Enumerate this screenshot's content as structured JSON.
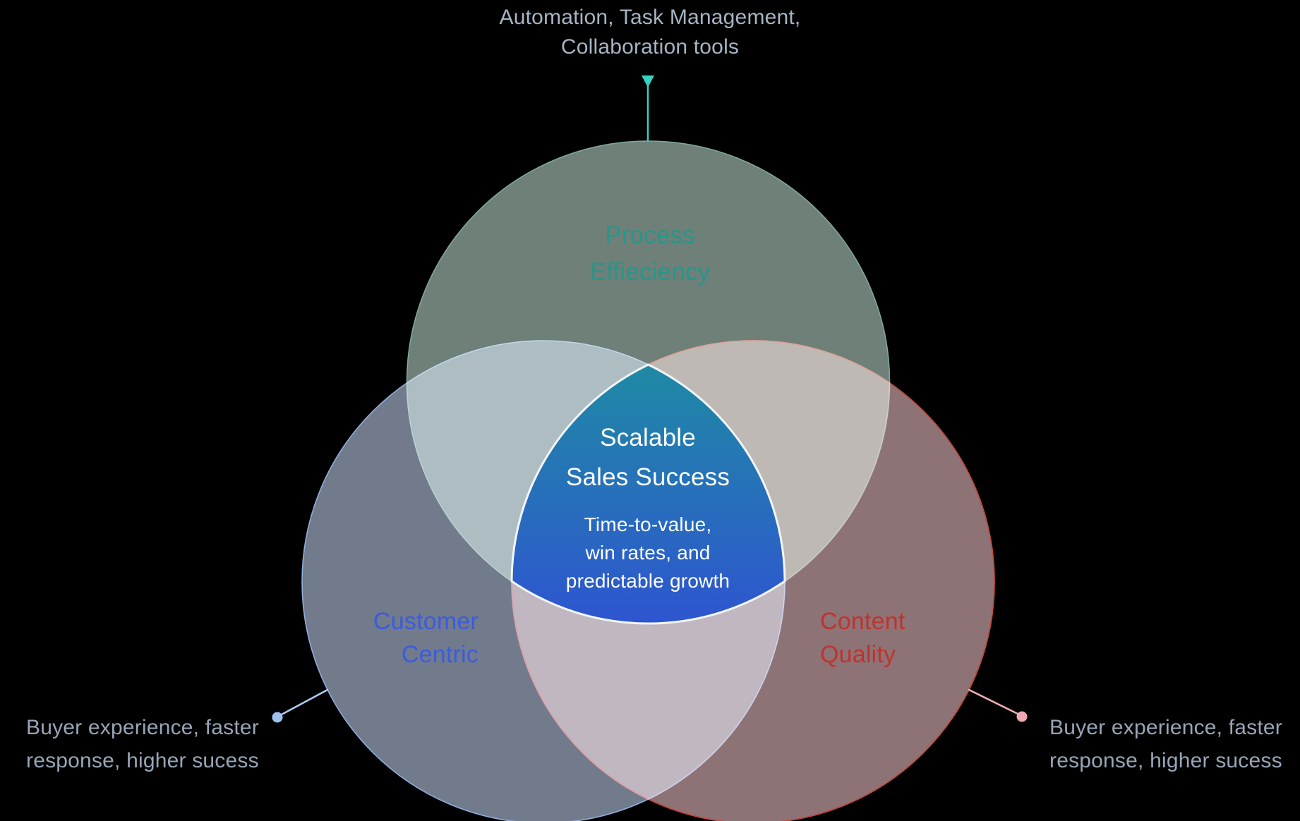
{
  "diagram_type": "venn-3",
  "background": "#000000",
  "annotations": {
    "top": {
      "lines": [
        "Automation, Task Management,",
        "Collaboration tools"
      ],
      "text_color": "#A6B4C4",
      "connector_color": "#35D2C2"
    },
    "bottom_left": {
      "lines": [
        "Buyer experience, faster",
        "response, higher sucess"
      ],
      "text_color": "#97A5B6",
      "connector_color": "#AFCDEF",
      "dot_color": "#9CC2EE"
    },
    "bottom_right": {
      "lines": [
        "Buyer experience, faster",
        "response, higher sucess"
      ],
      "text_color": "#97A5B6",
      "connector_color": "#F0AEB6",
      "dot_color": "#EFA9B3"
    }
  },
  "circles": {
    "process": {
      "label_lines": [
        "Process",
        "Effieciency"
      ],
      "label_color": "#27968A",
      "fill": "#6E8078",
      "rim": "#7EA99B"
    },
    "customer": {
      "label_lines": [
        "Customer",
        "Centric"
      ],
      "label_color": "#3B5BE0",
      "fill": "#717B8C",
      "rim": "#8FAEDC"
    },
    "content": {
      "label_lines": [
        "Content",
        "Quality"
      ],
      "label_color": "#BE332F",
      "fill": "#8E7376",
      "rim": "#C04840"
    }
  },
  "center": {
    "title_lines": [
      "Scalable",
      "Sales Success"
    ],
    "body_lines": [
      "Time-to-value,",
      "win rates, and",
      "predictable growth"
    ],
    "text_color": "#FFFFFF",
    "gradient_top": "#1F8AA4",
    "gradient_bottom": "#2E55D0",
    "stroke": "#F2F5F9"
  }
}
